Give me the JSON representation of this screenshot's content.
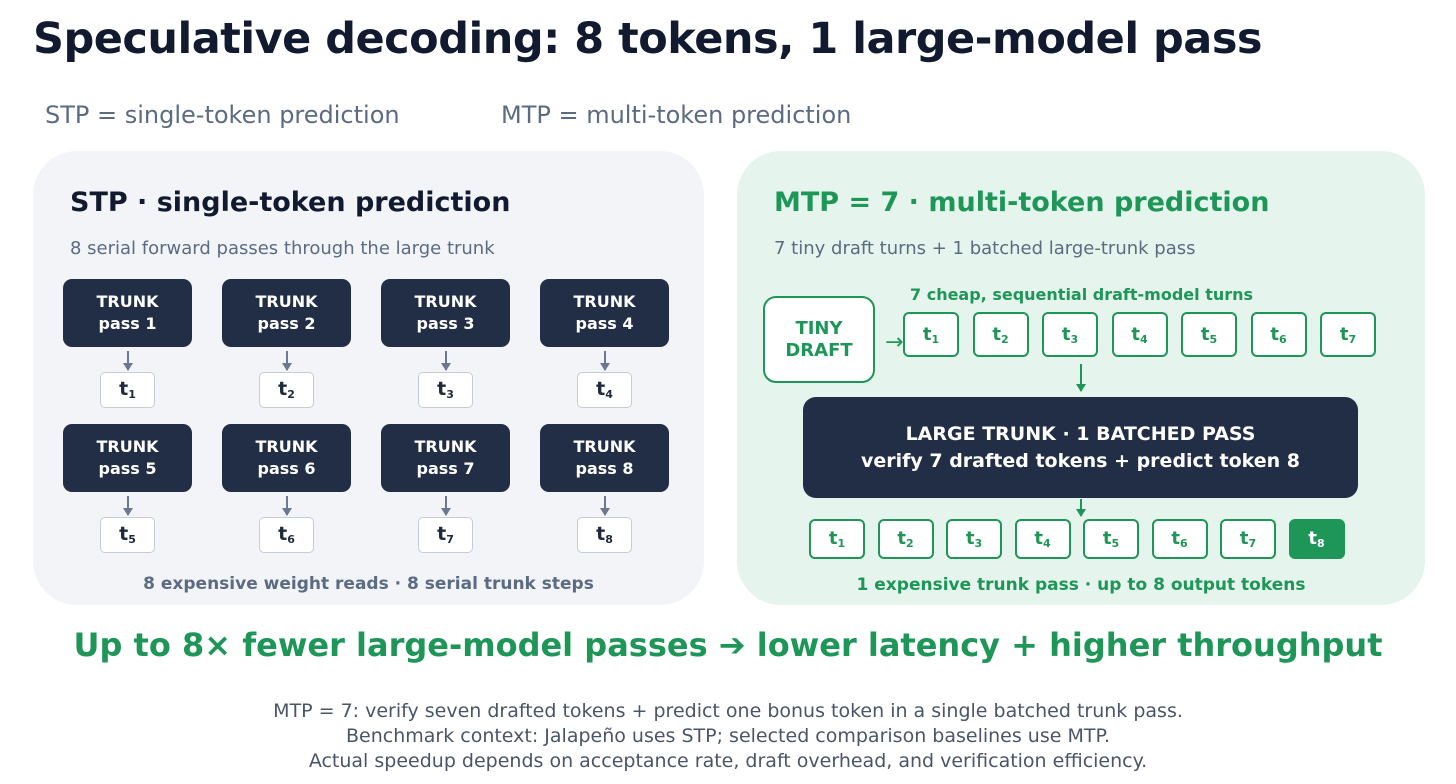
{
  "title": "Speculative decoding: 8 tokens, 1 large-model pass",
  "abbreviations": {
    "stp": "STP = single-token prediction",
    "mtp": "MTP = multi-token prediction"
  },
  "stp_panel": {
    "title": "STP · single-token prediction",
    "subtitle": "8 serial forward passes through the large trunk",
    "trunk_label": "TRUNK",
    "passes": [
      {
        "pass": "pass 1",
        "token": "t",
        "sub": "1"
      },
      {
        "pass": "pass 2",
        "token": "t",
        "sub": "2"
      },
      {
        "pass": "pass 3",
        "token": "t",
        "sub": "3"
      },
      {
        "pass": "pass 4",
        "token": "t",
        "sub": "4"
      },
      {
        "pass": "pass 5",
        "token": "t",
        "sub": "5"
      },
      {
        "pass": "pass 6",
        "token": "t",
        "sub": "6"
      },
      {
        "pass": "pass 7",
        "token": "t",
        "sub": "7"
      },
      {
        "pass": "pass 8",
        "token": "t",
        "sub": "8"
      }
    ],
    "footer": "8 expensive weight reads · 8 serial trunk steps"
  },
  "mtp_panel": {
    "title": "MTP = 7 · multi-token prediction",
    "subtitle": "7 tiny draft turns + 1 batched large-trunk pass",
    "draft_box": {
      "line1": "TINY",
      "line2": "DRAFT"
    },
    "draft_arrow": "→",
    "draft_label": "7 cheap, sequential draft-model turns",
    "draft_tokens": [
      {
        "token": "t",
        "sub": "1"
      },
      {
        "token": "t",
        "sub": "2"
      },
      {
        "token": "t",
        "sub": "3"
      },
      {
        "token": "t",
        "sub": "4"
      },
      {
        "token": "t",
        "sub": "5"
      },
      {
        "token": "t",
        "sub": "6"
      },
      {
        "token": "t",
        "sub": "7"
      }
    ],
    "large_trunk": {
      "line1": "LARGE TRUNK · 1 BATCHED PASS",
      "line2": "verify 7 drafted tokens + predict token 8"
    },
    "output_tokens": [
      {
        "token": "t",
        "sub": "1"
      },
      {
        "token": "t",
        "sub": "2"
      },
      {
        "token": "t",
        "sub": "3"
      },
      {
        "token": "t",
        "sub": "4"
      },
      {
        "token": "t",
        "sub": "5"
      },
      {
        "token": "t",
        "sub": "6"
      },
      {
        "token": "t",
        "sub": "7"
      },
      {
        "token": "t",
        "sub": "8"
      }
    ],
    "footer": "1 expensive trunk pass · up to 8 output tokens"
  },
  "headline": "Up to 8× fewer large-model passes ➔ lower latency + higher throughput",
  "notes": [
    "MTP = 7: verify seven drafted tokens + predict one bonus token in a single batched trunk pass.",
    "Benchmark context: Jalapeño uses STP; selected comparison baselines use MTP.",
    "Actual speedup depends on acceptance rate, draft overhead, and verification efficiency."
  ],
  "colors": {
    "green": "#1e9657",
    "navy": "#222e46",
    "stp_panel_bg": "#f2f4f8",
    "mtp_panel_bg": "#e5f4ec"
  }
}
